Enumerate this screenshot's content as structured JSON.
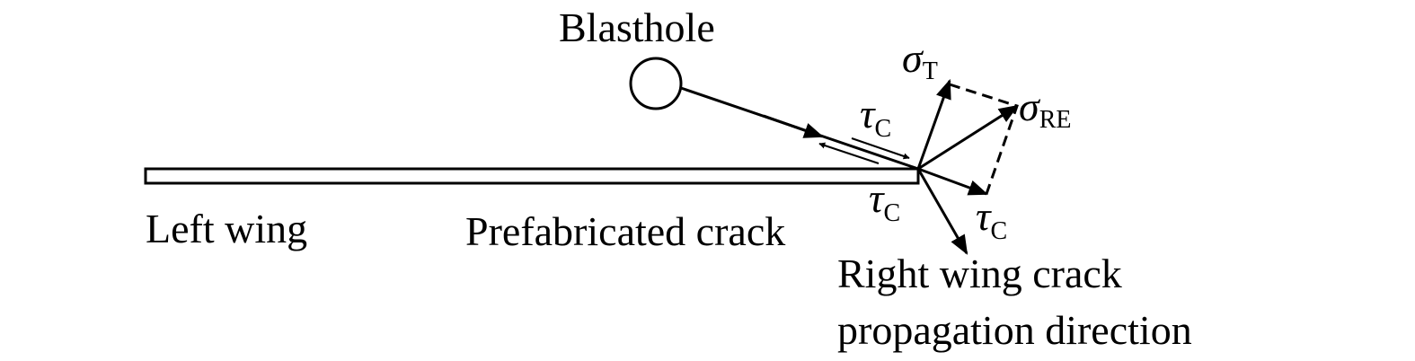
{
  "labels": {
    "blasthole": "Blasthole",
    "left_wing": "Left wing",
    "prefabricated_crack": "Prefabricated crack",
    "right_wing_line1": "Right wing crack",
    "right_wing_line2": "propagation direction"
  },
  "symbols": {
    "sigma": "σ",
    "tau": "τ",
    "sub_T": "T",
    "sub_RE": "RE",
    "sub_C": "C"
  },
  "colors": {
    "stroke": "#000000",
    "background": "#ffffff"
  }
}
